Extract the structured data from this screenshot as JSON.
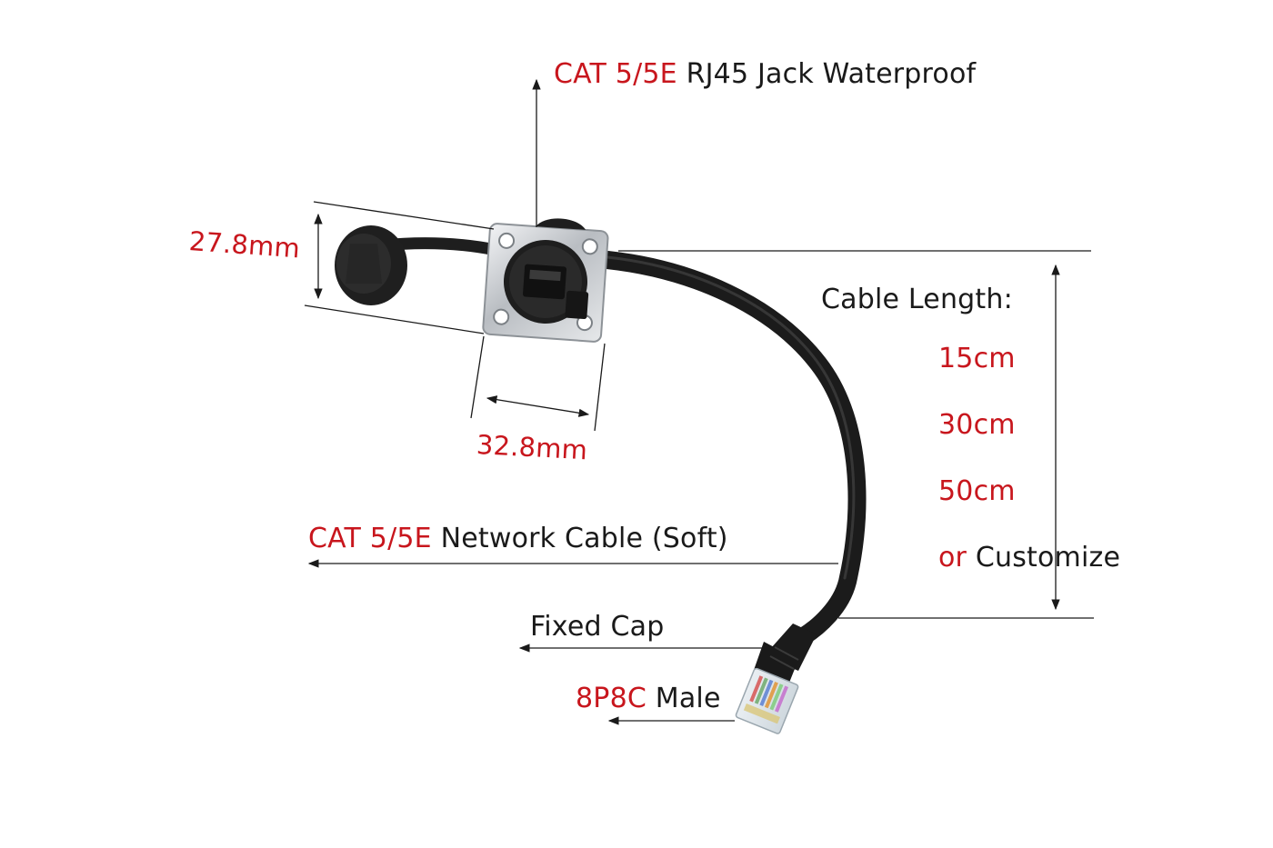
{
  "labels": {
    "jack_prefix": "CAT 5/5E",
    "jack_suffix": "RJ45 Jack Waterproof",
    "height_dim": "27.8mm",
    "width_dim": "32.8mm",
    "cable_length_title": "Cable Length:",
    "length_options": [
      "15cm",
      "30cm",
      "50cm"
    ],
    "customize_prefix": "or",
    "customize_suffix": "Customize",
    "cable_prefix": "CAT 5/5E",
    "cable_suffix": "Network Cable (Soft)",
    "fixed_cap": "Fixed Cap",
    "plug_prefix": "8P8C",
    "plug_suffix": "Male"
  },
  "colors": {
    "accent_red": "#c8161d",
    "text_dark": "#1a1a1a",
    "cable_black": "#1b1b1b",
    "metal_silver": "#c9ccd0"
  }
}
